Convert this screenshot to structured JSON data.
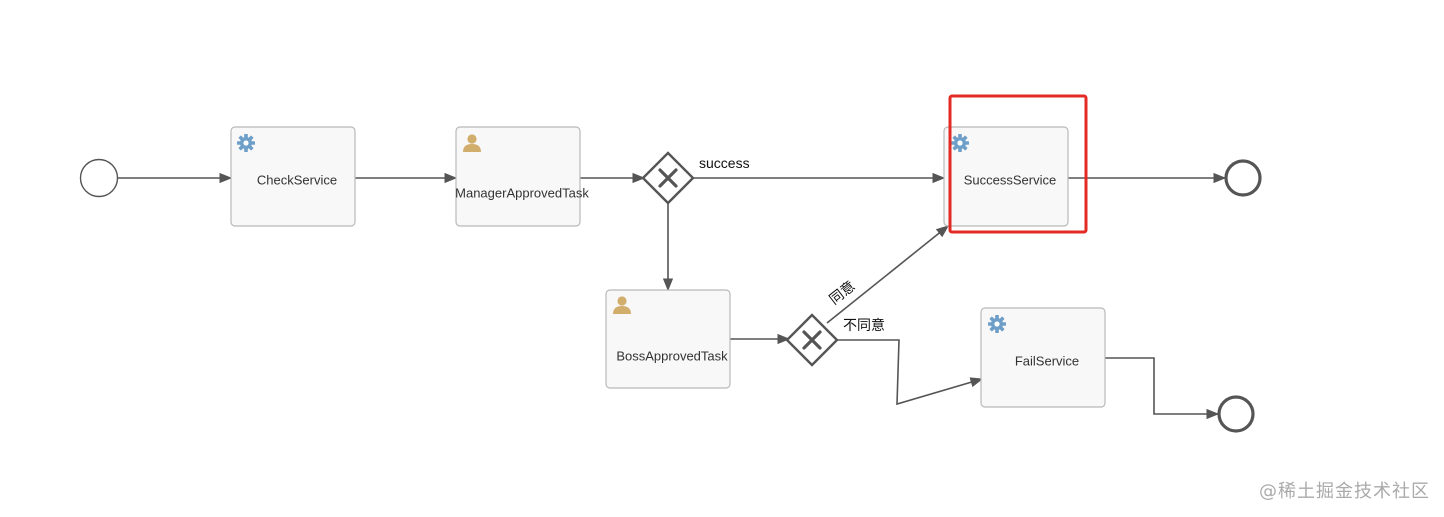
{
  "diagram": {
    "tasks": {
      "check_service": {
        "label": "CheckService",
        "icon": "gear-icon"
      },
      "manager_approved_task": {
        "label": "ManagerApprovedTask",
        "icon": "user-icon"
      },
      "boss_approved_task": {
        "label": "BossApprovedTask",
        "icon": "user-icon"
      },
      "success_service": {
        "label": "SuccessService",
        "icon": "gear-icon",
        "highlighted": true
      },
      "fail_service": {
        "label": "FailService",
        "icon": "gear-icon"
      }
    },
    "flows": {
      "success": {
        "label": "success"
      },
      "agree": {
        "label": "同意"
      },
      "disagree": {
        "label": "不同意"
      }
    },
    "colors": {
      "gear": "#6e9fc9",
      "user": "#d2ae6d",
      "highlight": "#e42a24",
      "stroke": "#555555"
    }
  },
  "watermark": {
    "text": "@稀土掘金技术社区"
  }
}
